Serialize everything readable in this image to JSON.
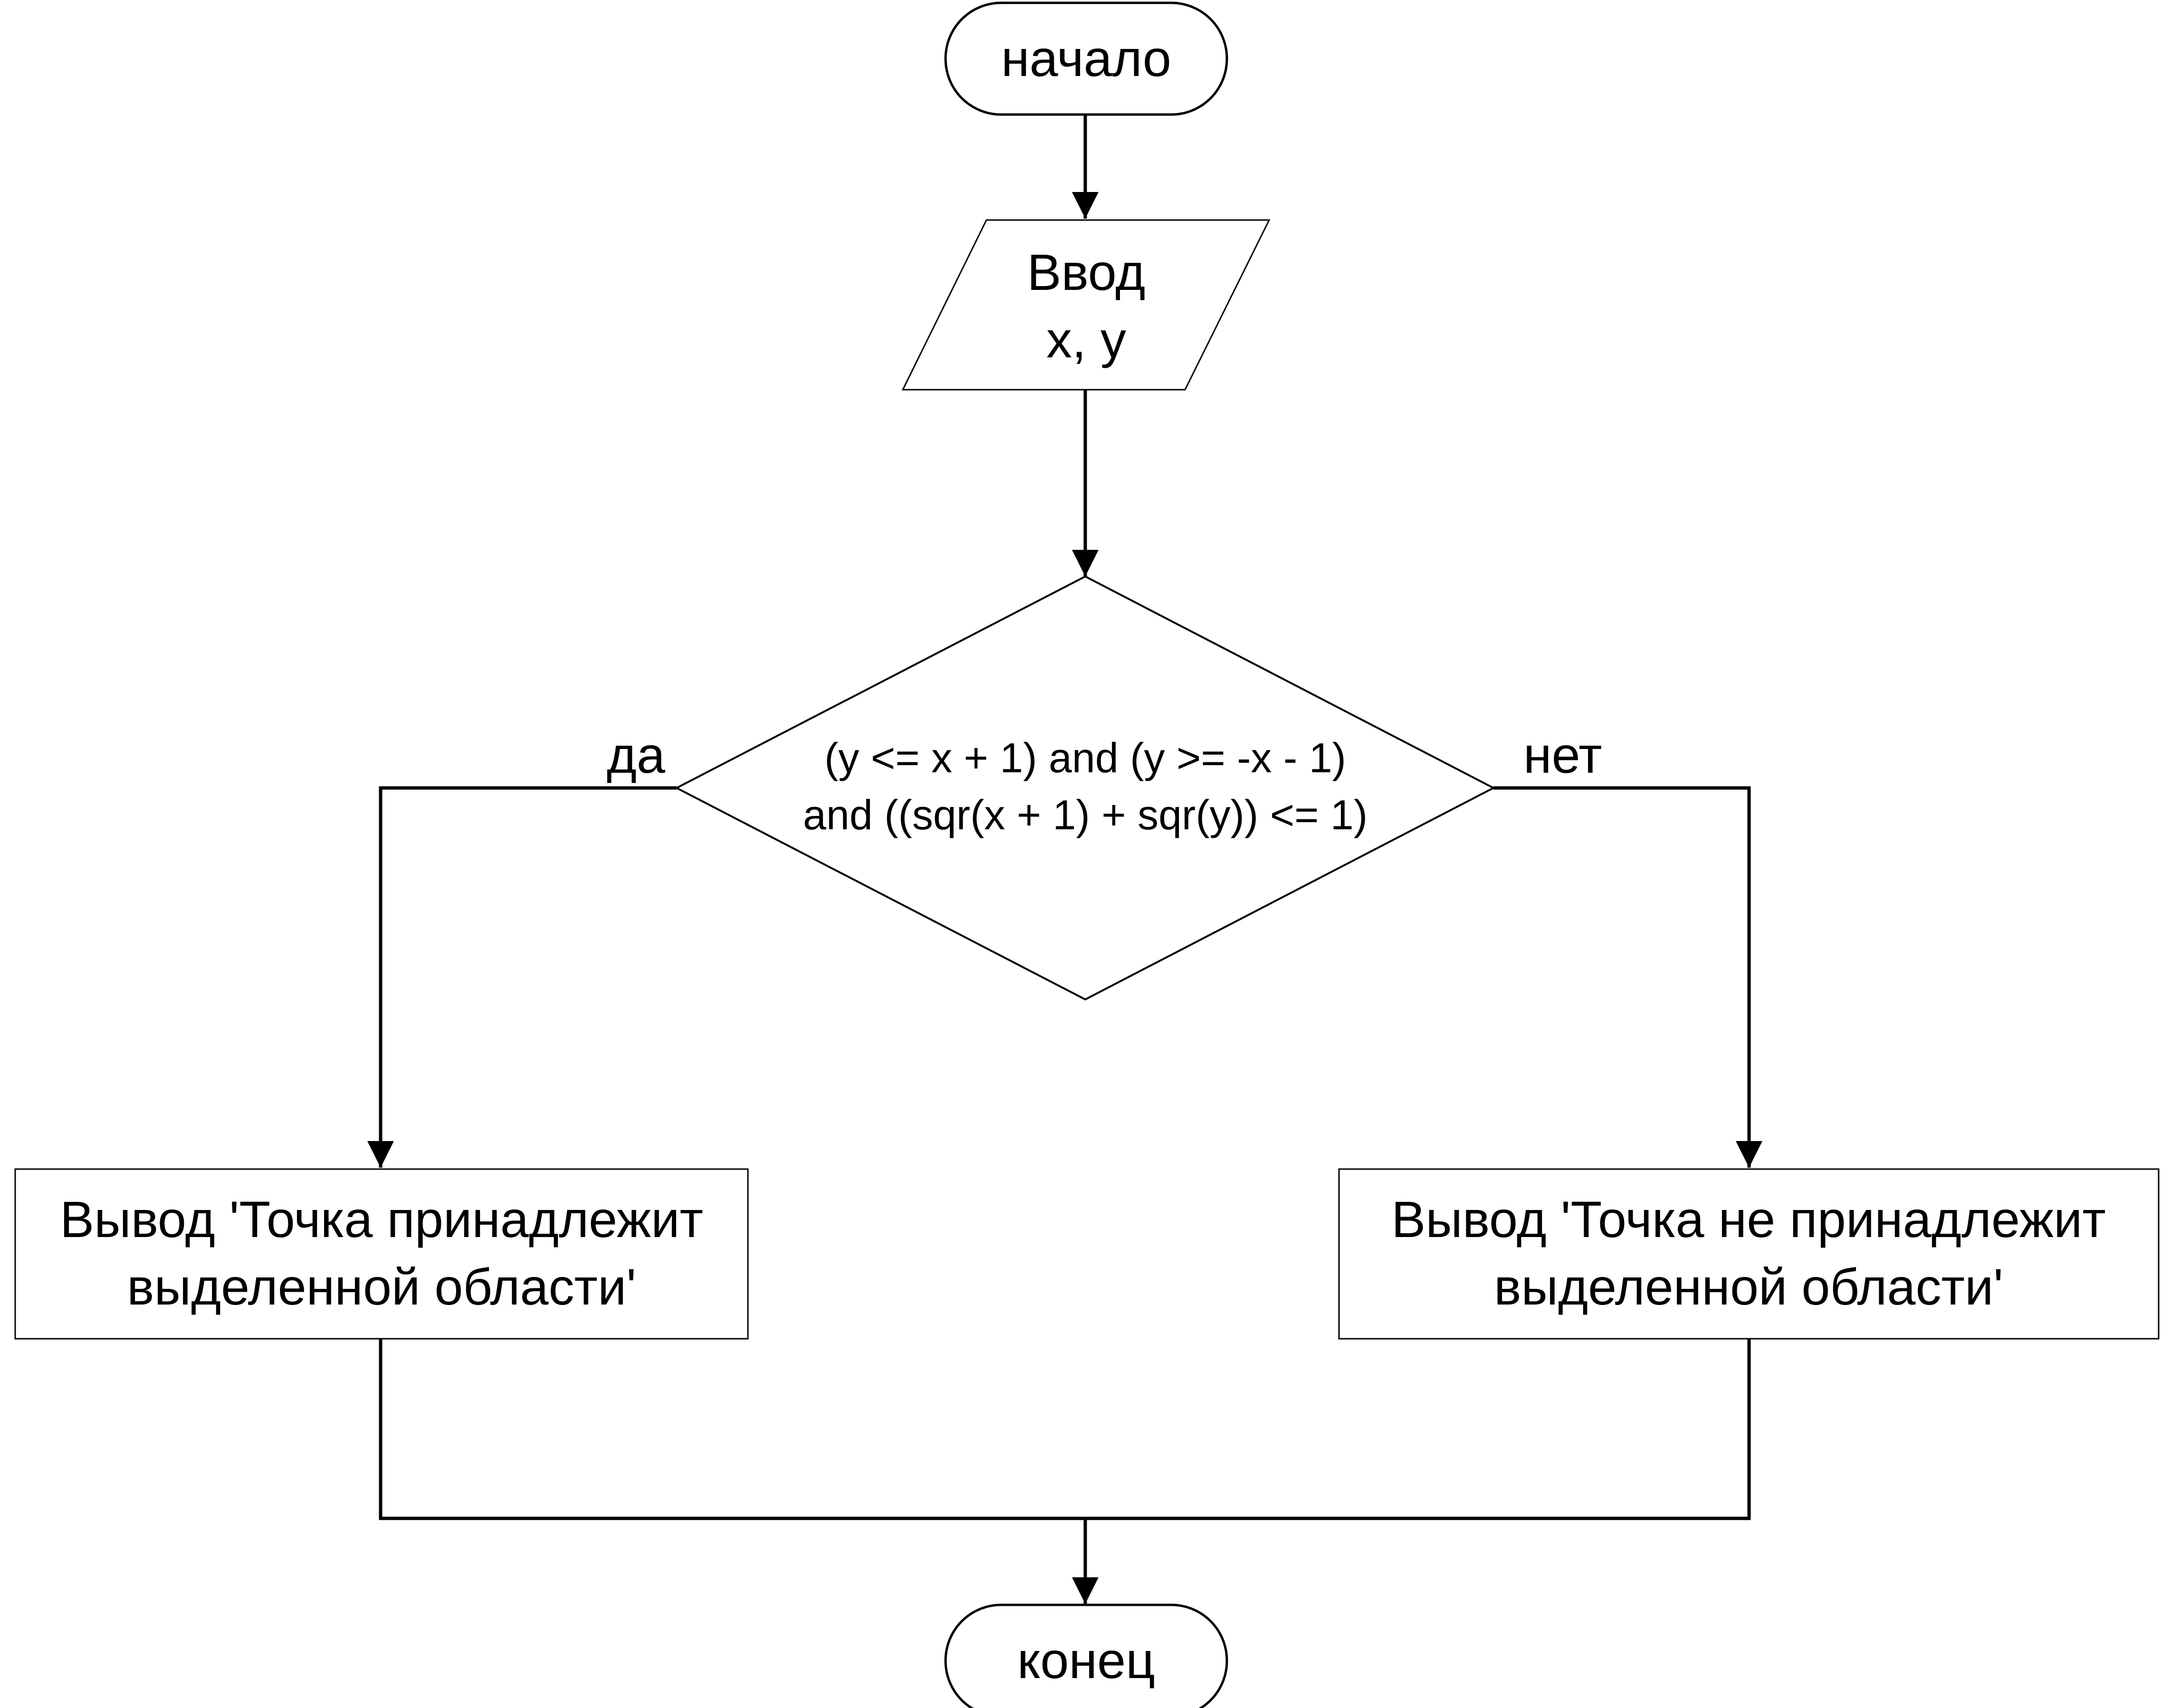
{
  "flowchart": {
    "start": {
      "label": "начало"
    },
    "input": {
      "line1": "Ввод",
      "line2": "x, y"
    },
    "decision": {
      "line1": "(y <= x + 1) and (y >= -x - 1)",
      "line2": "and ((sqr(x + 1) + sqr(y)) <= 1)"
    },
    "branch_yes": {
      "label": "да"
    },
    "branch_no": {
      "label": "нет"
    },
    "output_yes": {
      "line1": "Вывод 'Точка принадлежит",
      "line2": "выделенной области'"
    },
    "output_no": {
      "line1": "Вывод 'Точка не принадлежит",
      "line2": "выделенной области'"
    },
    "end": {
      "label": "конец"
    }
  },
  "colors": {
    "stroke": "#000000",
    "fill": "#ffffff",
    "text": "#000000"
  }
}
